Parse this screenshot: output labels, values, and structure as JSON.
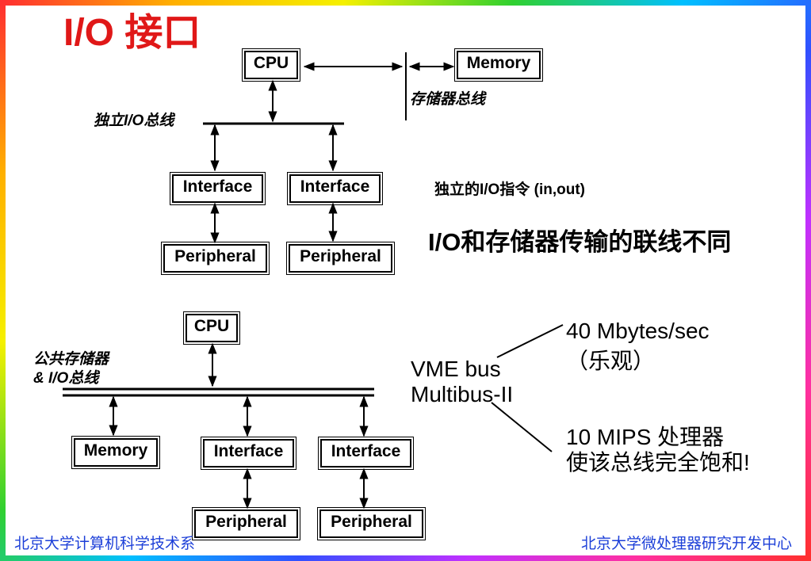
{
  "slide": {
    "title": "I/O 接口",
    "top_diagram": {
      "cpu": "CPU",
      "memory": "Memory",
      "memory_bus_label": "存储器总线",
      "io_bus_label": "独立I/O总线",
      "interfaces": [
        "Interface",
        "Interface"
      ],
      "peripherals": [
        "Peripheral",
        "Peripheral"
      ]
    },
    "io_instruction_note": "独立的I/O指令 (in,out)",
    "difference_note": "I/O和存储器传输的联线不同",
    "bottom_diagram": {
      "cpu": "CPU",
      "shared_bus_label_line1": "公共存储器",
      "shared_bus_label_line2": "& I/O总线",
      "memory": "Memory",
      "interfaces": [
        "Interface",
        "Interface"
      ],
      "peripherals": [
        "Peripheral",
        "Peripheral"
      ]
    },
    "bus_types": [
      "VME bus",
      "Multibus-II"
    ],
    "bandwidth_line1": "40 Mbytes/sec",
    "bandwidth_line2": "（乐观）",
    "saturation_line1": "10 MIPS 处理器",
    "saturation_line2": "使该总线完全饱和!",
    "footer_left": "北京大学计算机科学技术系",
    "footer_right": "北京大学微处理器研究开发中心"
  },
  "colors": {
    "title": "#e01818",
    "footer": "#1c3fd8",
    "lines": "#000000"
  }
}
